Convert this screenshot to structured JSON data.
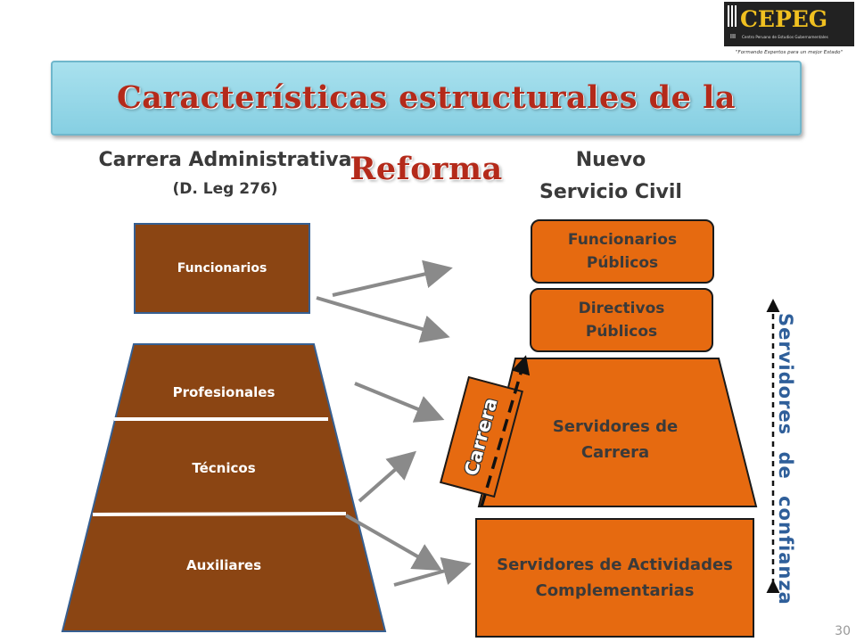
{
  "logo": {
    "name": "CEPEG",
    "prefix": "III",
    "subtitle": "Centro Peruano de Estudios Gubernamentales",
    "slogan": "\"Formando Expertos para un mejor Estado\""
  },
  "title": "Características estructurales de la Reforma",
  "left": {
    "heading": "Carrera Administrativa",
    "subheading": "(D. Leg 276)",
    "funcionarios": "Funcionarios",
    "pyramid": [
      "Profesionales",
      "Técnicos",
      "Auxiliares"
    ]
  },
  "right": {
    "heading_line1": "Nuevo",
    "heading_line2": "Servicio Civil",
    "funcionarios_publicos": [
      "Funcionarios",
      "Públicos"
    ],
    "directivos_publicos": [
      "Directivos",
      "Públicos"
    ],
    "servidores_carrera": [
      "Servidores de",
      "Carrera"
    ],
    "actividades_complementarias": [
      "Servidores de Actividades",
      "Complementarias"
    ],
    "carrera_tag": "Carrera",
    "confianza_label": "Servidores de confianza"
  },
  "page_number": "30",
  "colors": {
    "brown": "#8b4513",
    "orange": "#e66a10",
    "title_red": "#b42a1a",
    "title_bg": "#a9e1ee",
    "arrow_gray": "#8a8a8a"
  }
}
